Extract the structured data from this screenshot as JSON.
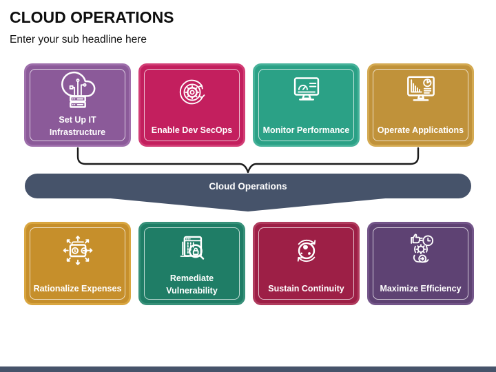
{
  "header": {
    "title": "CLOUD OPERATIONS",
    "subtitle": "Enter your sub headline here"
  },
  "banner": {
    "label": "Cloud Operations",
    "fill": "#46536a"
  },
  "arrow": {
    "fill": "#46536a"
  },
  "footer": {
    "bar_fill": "#46536a"
  },
  "bracket": {
    "stroke": "#1b1b1b"
  },
  "cards": {
    "top": [
      {
        "label": "Set Up IT Infrastructure",
        "icon": "cloud-server-icon",
        "fill": "#8b5a99",
        "border": "#9e6fab"
      },
      {
        "label": "Enable Dev SecOps",
        "icon": "devsecops-gear-cycle-icon",
        "fill": "#c31f5e",
        "border": "#d23d75"
      },
      {
        "label": "Monitor Performance",
        "icon": "performance-gauge-monitor-icon",
        "fill": "#2ba186",
        "border": "#47b29a"
      },
      {
        "label": "Operate Applications",
        "icon": "applications-dashboard-icon",
        "fill": "#c0923a",
        "border": "#d4aa52"
      }
    ],
    "bottom": [
      {
        "label": "Rationalize Expenses",
        "icon": "wallet-arrows-icon",
        "fill": "#c68f2b",
        "border": "#d9a640"
      },
      {
        "label": "Remediate Vulnerability",
        "icon": "vulnerability-scan-lock-icon",
        "fill": "#1f7d66",
        "border": "#379079"
      },
      {
        "label": "Sustain Continuity",
        "icon": "globe-sync-icon",
        "fill": "#9d1f46",
        "border": "#b03c5e"
      },
      {
        "label": "Maximize Efficiency",
        "icon": "efficiency-hand-gear-clock-icon",
        "fill": "#5e4273",
        "border": "#735589"
      }
    ]
  }
}
